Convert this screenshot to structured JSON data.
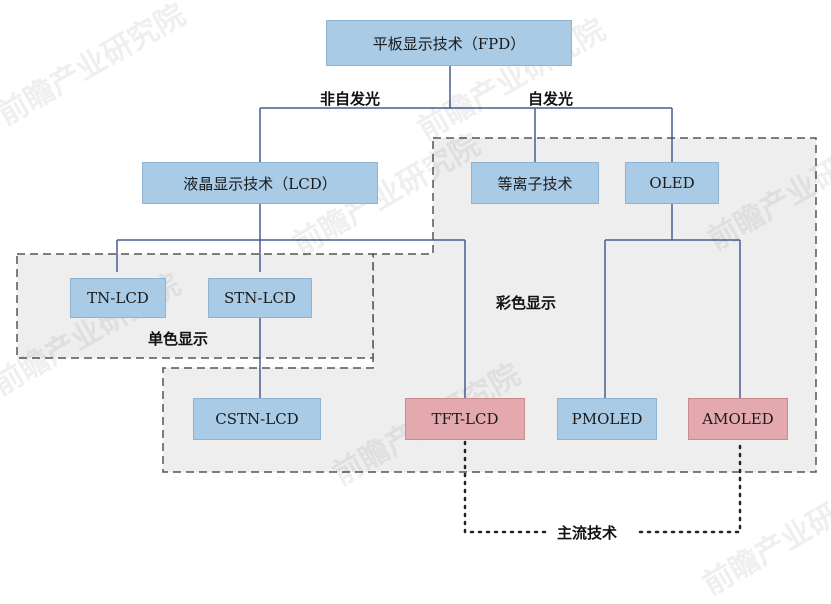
{
  "nodes": {
    "fpd": "平板显示技术（FPD）",
    "lcd": "液晶显示技术（LCD）",
    "plasma": "等离子技术",
    "oled": "OLED",
    "tn": "TN-LCD",
    "stn": "STN-LCD",
    "cstn": "CSTN-LCD",
    "tft": "TFT-LCD",
    "pmoled": "PMOLED",
    "amoled": "AMOLED"
  },
  "labels": {
    "non_emissive": "非自发光",
    "emissive": "自发光",
    "mono": "单色显示",
    "color": "彩色显示",
    "mainstream": "主流技术"
  },
  "watermark": "前瞻产业研究院",
  "colors": {
    "node_blue": "#a9cbe6",
    "node_pink": "#e4a9ae",
    "line": "#4b5d8f",
    "dashed_region_bg": "#eeeeee"
  }
}
